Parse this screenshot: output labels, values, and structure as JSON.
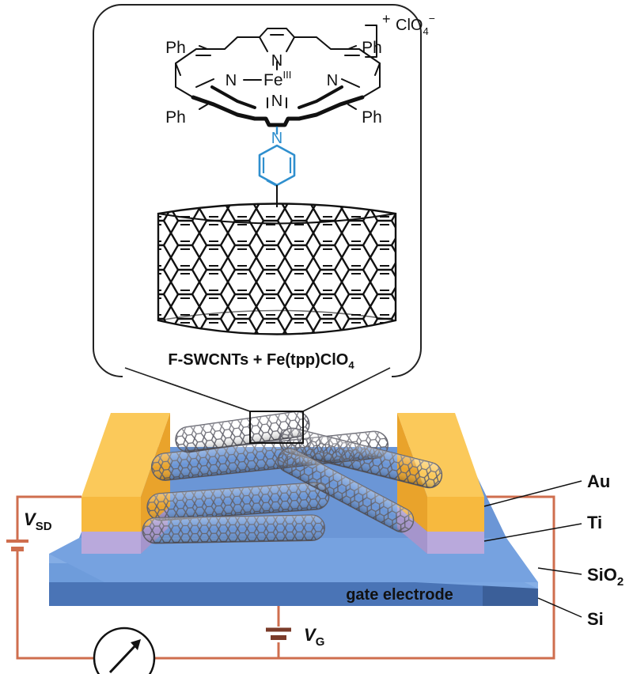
{
  "inset": {
    "caption_main": "F-SWCNTs + Fe(tpp)ClO",
    "caption_sub": "4",
    "charge": "+",
    "counterion_main": "ClO",
    "counterion_sub": "4",
    "counterion_sup": "−",
    "metal_main": "Fe",
    "metal_sup": "III",
    "nitrogen": "N",
    "phenyl": "Ph"
  },
  "device": {
    "vsd_main": "V",
    "vsd_sub": "SD",
    "vg_main": "V",
    "vg_sub": "G",
    "gate_label": "gate electrode",
    "layers": {
      "au": "Au",
      "ti": "Ti",
      "sio2_main": "SiO",
      "sio2_sub": "2",
      "si": "Si"
    }
  },
  "colors": {
    "gold": "#f7b93e",
    "titanium": "#b9a9dc",
    "sio2": "#6e9cdb",
    "si": "#4a74b6",
    "wire": "#cf6e4e",
    "pyridine": "#2f8fce",
    "nanotube": "#6e6e78"
  }
}
